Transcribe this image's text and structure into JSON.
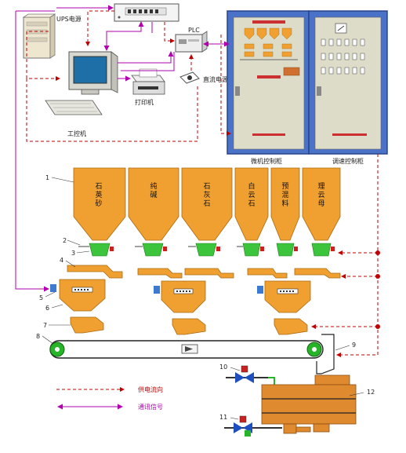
{
  "equipment": {
    "ups": "UPS电源",
    "plc": "PLC",
    "printer": "打印机",
    "ipc": "工控机",
    "dc_power": "直流电源",
    "micro_cabinet": "微机控制柜",
    "speed_cabinet": "调速控制柜"
  },
  "hoppers": [
    {
      "label": "石英砂",
      "chars": [
        "石",
        "英",
        "砂"
      ]
    },
    {
      "label": "纯碱",
      "chars": [
        "纯",
        "碱"
      ]
    },
    {
      "label": "石灰石",
      "chars": [
        "石",
        "灰",
        "石"
      ]
    },
    {
      "label": "白云石",
      "chars": [
        "白",
        "云",
        "石"
      ]
    },
    {
      "label": "预混料",
      "chars": [
        "预",
        "混",
        "料"
      ]
    },
    {
      "label": "理云母",
      "chars": [
        "理",
        "云",
        "母"
      ]
    }
  ],
  "callouts": [
    "1",
    "2",
    "3",
    "4",
    "5",
    "6",
    "7",
    "8",
    "9",
    "10",
    "11",
    "12"
  ],
  "legend": {
    "power": "供电流向",
    "signal": "通讯信号"
  },
  "colors": {
    "hopper": "#f0a030",
    "hopper_edge": "#a86a10",
    "valve": "#3cc43c",
    "power_line": "#c00000",
    "signal_line": "#b000b0",
    "cabinet": "#4a72c8",
    "cabinet_inner": "#dcdcc8"
  }
}
